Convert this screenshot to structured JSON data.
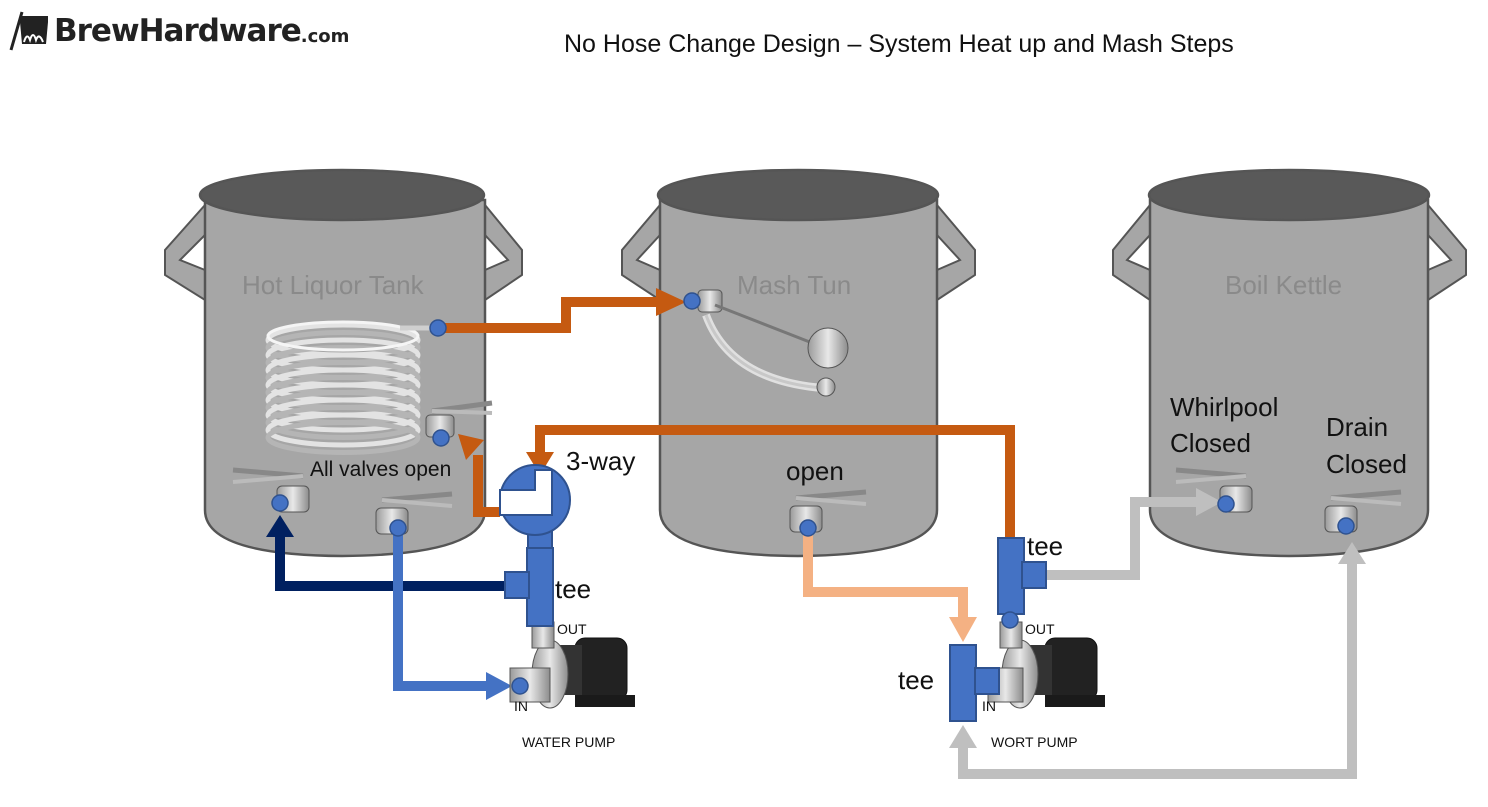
{
  "logo": {
    "name": "BrewHardware",
    "suffix": ".com"
  },
  "title": "No Hose Change Design – System Heat up and Mash Steps",
  "vessels": {
    "hlt": {
      "label": "Hot Liquor Tank"
    },
    "mash": {
      "label": "Mash Tun"
    },
    "boil": {
      "label": "Boil Kettle"
    }
  },
  "labels": {
    "all_valves_open": "All valves open",
    "three_way": "3-way",
    "tee_water": "tee",
    "out_water": "OUT",
    "in_water": "IN",
    "water_pump": "WATER PUMP",
    "mash_open": "open",
    "whirlpool_line1": "Whirlpool",
    "whirlpool_line2": "Closed",
    "drain_line1": "Drain",
    "drain_line2": "Closed",
    "tee_wort_out": "tee",
    "tee_wort_in": "tee",
    "out_wort": "OUT",
    "in_wort": "IN",
    "wort_pump": "WORT PUMP"
  },
  "colors": {
    "hot_water": "#c55a11",
    "cold_return": "#002060",
    "water_supply": "#4472c4",
    "wort": "#f4b183",
    "inactive": "#bfbfbf",
    "fitting": "#4472c4",
    "vessel": "#a6a6a6"
  }
}
